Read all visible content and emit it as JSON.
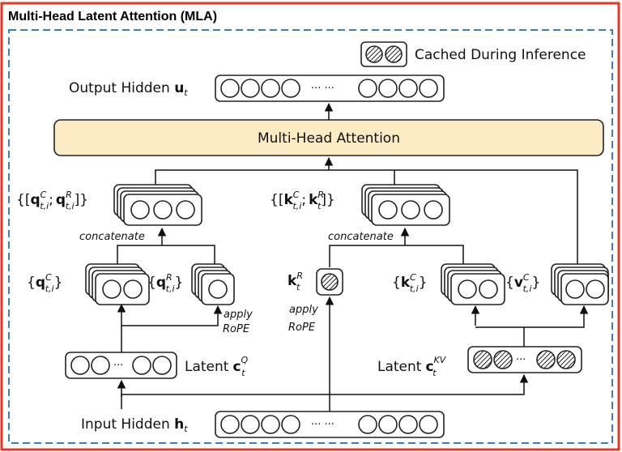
{
  "title": "Multi-Head Latent Attention (MLA)",
  "legend": {
    "label": "Cached During Inference"
  },
  "output": {
    "prefix": "Output Hidden",
    "symbol": "u",
    "sub": "t"
  },
  "attention": {
    "label": "Multi-Head Attention"
  },
  "q_concat": {
    "prefix": "{[",
    "q1": "q",
    "q1_sup": "C",
    "q1_sub": "t,i",
    "sep": ";",
    "q2": "q",
    "q2_sup": "R",
    "q2_sub": "t,i",
    "suffix": "]}"
  },
  "k_concat": {
    "prefix": "{[",
    "k1": "k",
    "k1_sup": "C",
    "k1_sub": "t,i",
    "sep": ";",
    "k2": "k",
    "k2_sup": "R",
    "k2_sub": "t",
    "suffix": "]}"
  },
  "concatenate_left": "concatenate",
  "concatenate_right": "concatenate",
  "qc": {
    "open": "{",
    "symbol": "q",
    "sup": "C",
    "sub": "t,i",
    "close": "}"
  },
  "qr": {
    "open": "{",
    "symbol": "q",
    "sup": "R",
    "sub": "t,i",
    "close": "}"
  },
  "kr": {
    "symbol": "k",
    "sup": "R",
    "sub": "t"
  },
  "kc": {
    "open": "{",
    "symbol": "k",
    "sup": "C",
    "sub": "t,i",
    "close": "}"
  },
  "vc": {
    "open": "{",
    "symbol": "v",
    "sup": "C",
    "sub": "t,i",
    "close": "}"
  },
  "rope_left": {
    "line1": "apply",
    "line2": "RoPE"
  },
  "rope_mid": {
    "line1": "apply",
    "line2": "RoPE"
  },
  "latent_q": {
    "prefix": "Latent",
    "symbol": "c",
    "sup": "Q",
    "sub": "t"
  },
  "latent_kv": {
    "prefix": "Latent",
    "symbol": "c",
    "sup": "KV",
    "sub": "t"
  },
  "input": {
    "prefix": "Input Hidden",
    "symbol": "h",
    "sub": "t"
  },
  "ellipsis": "··· ···",
  "ellipsis_short": "···",
  "colors": {
    "outer_border": "#ee3322",
    "inner_border": "#3a7fb5",
    "attention_fill": "#fcebc4"
  }
}
